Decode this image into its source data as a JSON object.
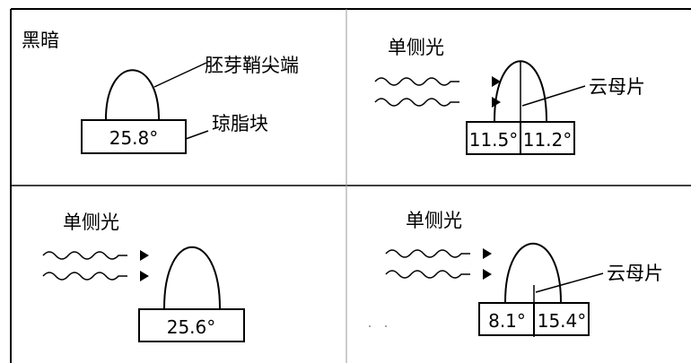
{
  "panels": [
    {
      "condition": "黑暗",
      "tip_label": "胚芽鞘尖端",
      "block_label": "琼脂块",
      "block_values": [
        "25.8°"
      ]
    },
    {
      "condition": "单侧光",
      "mica_label": "云母片",
      "block_values": [
        "11.5°",
        "11.2°"
      ]
    },
    {
      "condition": "单侧光",
      "block_values": [
        "25.6°"
      ]
    },
    {
      "condition": "单侧光",
      "mica_label": "云母片",
      "block_values": [
        "8.1°",
        "15.4°"
      ]
    }
  ]
}
